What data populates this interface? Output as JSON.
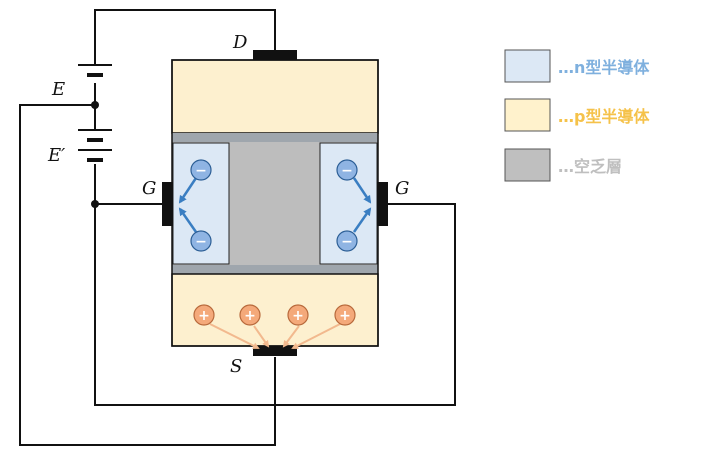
{
  "labels": {
    "drain": "D",
    "gate_left": "G",
    "gate_right": "G",
    "source": "S",
    "battery_e": "E",
    "battery_e_prime": "E′"
  },
  "charges": {
    "electron": "−",
    "hole": "+"
  },
  "legend": [
    {
      "label": "…n型半導体",
      "swatch_color": "#dce8f5",
      "text_color": "#7fb0de"
    },
    {
      "label": "…p型半導体",
      "swatch_color": "#fff2cc",
      "text_color": "#f5c24a"
    },
    {
      "label": "…空乏層",
      "swatch_color": "#bfbfbf",
      "text_color": "#bfbfbf"
    }
  ],
  "colors": {
    "p_region": "#fdf0cf",
    "n_region": "#dce8f5",
    "depletion": "#bdbdbd",
    "gray_band": "#9fa6ad",
    "electron_fill": "#8fb4e3",
    "electron_arrow": "#3a7ec2",
    "hole_fill": "#f4a97a",
    "hole_arrow": "#f2b98e",
    "wire": "#111111"
  }
}
